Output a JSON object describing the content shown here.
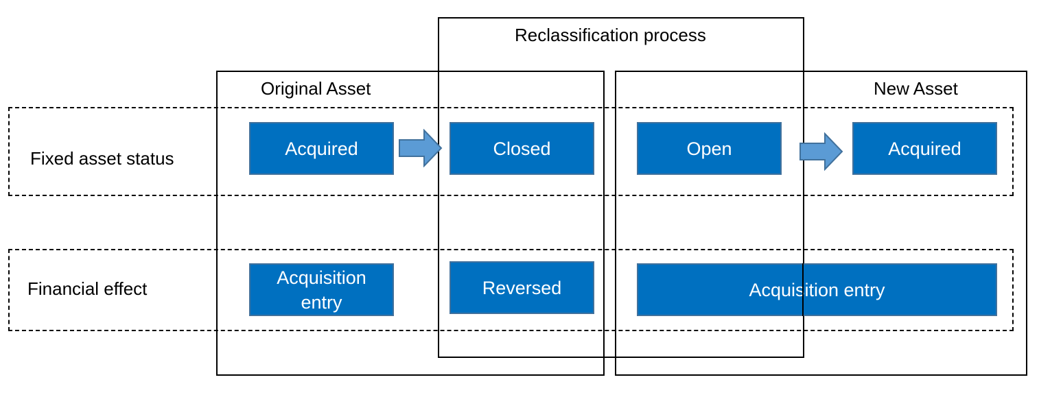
{
  "diagram": {
    "colors": {
      "box_fill": "#0070c0",
      "box_border": "#41719c",
      "arrow_fill": "#5b9bd5",
      "arrow_border": "#41719c",
      "line": "#000000"
    },
    "sections": {
      "reclassification_title": "Reclassification process",
      "original_asset_title": "Original Asset",
      "new_asset_title": "New Asset"
    },
    "rows": {
      "status_label": "Fixed asset status",
      "financial_label": "Financial effect"
    },
    "status_boxes": {
      "original_acquired": "Acquired",
      "closed": "Closed",
      "open": "Open",
      "new_acquired": "Acquired"
    },
    "financial_boxes": {
      "original_entry_line1": "Acquisition",
      "original_entry_line2": "entry",
      "reversed": "Reversed",
      "new_entry": "Acquisition entry"
    },
    "icons": {
      "arrow1": "right-arrow-icon",
      "arrow2": "right-arrow-icon"
    }
  }
}
